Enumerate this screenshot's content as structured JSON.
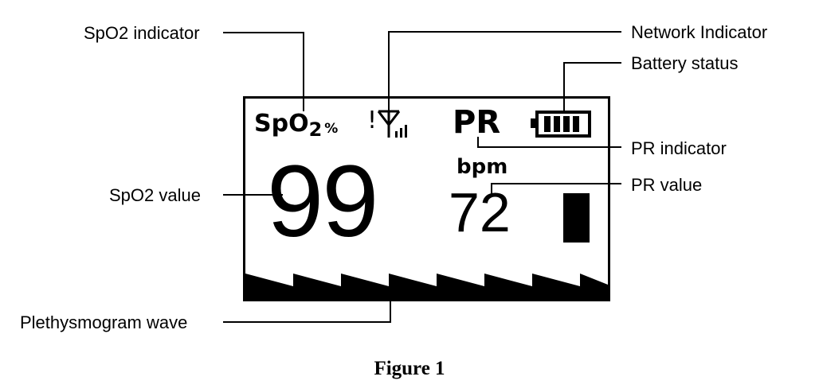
{
  "callouts": {
    "spo2_indicator": "SpO2 indicator",
    "network_indicator": "Network Indicator",
    "battery_status": "Battery status",
    "pr_indicator": "PR indicator",
    "spo2_value": "SpO2 value",
    "pr_value": "PR value",
    "pleth_wave": "Plethysmogram wave"
  },
  "display": {
    "spo2_label": "SpO",
    "spo2_sub": "2",
    "spo2_unit": "%",
    "alarm_mark": "!",
    "pr_label": "PR",
    "pr_unit": "bpm",
    "spo2_reading": "99",
    "pr_reading": "72"
  },
  "caption": "Figure 1",
  "colors": {
    "ink": "#000000",
    "paper": "#ffffff"
  },
  "icons": [
    "antenna-signal-icon",
    "battery-icon",
    "pulse-bar-icon",
    "pleth-wave-icon"
  ]
}
